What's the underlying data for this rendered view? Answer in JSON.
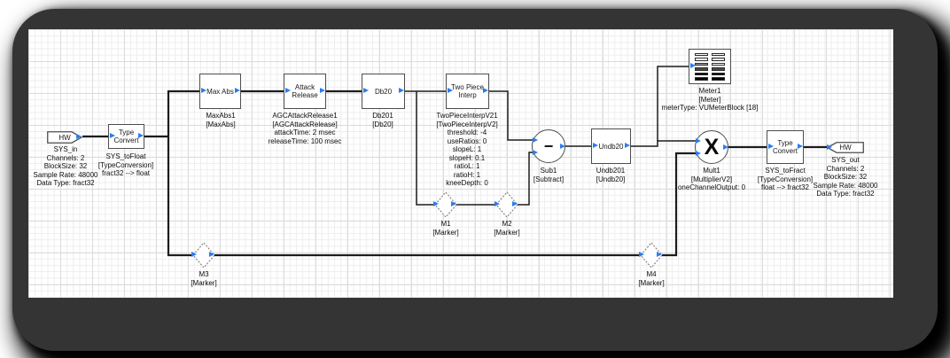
{
  "app": {
    "description": "Audio Weaver style signal-flow design canvas"
  },
  "colors": {
    "frame": "#343434",
    "canvas": "#ffffff",
    "grid_minor": "#ededed",
    "grid_major": "#dcdcdc",
    "wire": "#1c1c1c",
    "pin": "#2b7cf0",
    "block_border": "#4d4d4d",
    "text": "#0d0d0d"
  },
  "blocks": {
    "sys_in": {
      "title": "HW",
      "caption": [
        "SYS_in",
        "Channels: 2",
        "BlockSize: 32",
        "Sample Rate: 48000",
        "Data Type: fract32"
      ]
    },
    "sys_to_float": {
      "title": "Type Convert",
      "caption": [
        "SYS_toFloat",
        "[TypeConversion]",
        "fract32 --> float"
      ]
    },
    "max_abs": {
      "title": "Max Abs",
      "caption": [
        "MaxAbs1",
        "[MaxAbs]"
      ]
    },
    "attack_release": {
      "title": "Attack Release",
      "caption": [
        "AGCAttackRelease1",
        "[AGCAttackRelease]",
        "attackTime: 2 msec",
        "releaseTime: 100 msec"
      ]
    },
    "db20": {
      "title": "Db20",
      "caption": [
        "Db201",
        "[Db20]"
      ]
    },
    "two_piece_interp": {
      "title": "Two Piece Interp",
      "caption": [
        "TwoPieceInterpV21",
        "[TwoPieceInterpV2]",
        "threshold: -4",
        "useRatios: 0",
        "slopeL: 1",
        "slopeH: 0.1",
        "ratioL: 1",
        "ratioH: 1",
        "kneeDepth: 0"
      ]
    },
    "sub1": {
      "symbol": "−",
      "caption": [
        "Sub1",
        "[Subtract]"
      ]
    },
    "undb20": {
      "title": "Undb20",
      "caption": [
        "Undb201",
        "[Undb20]"
      ]
    },
    "meter1": {
      "icon": "vu-meter-icon",
      "caption": [
        "Meter1",
        "[Meter]",
        "meterType: VUMeterBlock [18]"
      ]
    },
    "mult1": {
      "symbol": "X",
      "caption": [
        "Mult1",
        "[MultiplierV2]",
        "oneChannelOutput: 0"
      ]
    },
    "sys_to_fract": {
      "title": "Type Convert",
      "caption": [
        "SYS_toFract",
        "[TypeConversion]",
        "float --> fract32"
      ]
    },
    "sys_out": {
      "title": "HW",
      "caption": [
        "SYS_out",
        "Channels: 2",
        "BlockSize: 32",
        "Sample Rate: 48000",
        "Data Type: fract32"
      ]
    },
    "m1": {
      "caption": [
        "M1",
        "[Marker]"
      ]
    },
    "m2": {
      "caption": [
        "M2",
        "[Marker]"
      ]
    },
    "m3": {
      "caption": [
        "M3",
        "[Marker]"
      ]
    },
    "m4": {
      "caption": [
        "M4",
        "[Marker]"
      ]
    }
  }
}
